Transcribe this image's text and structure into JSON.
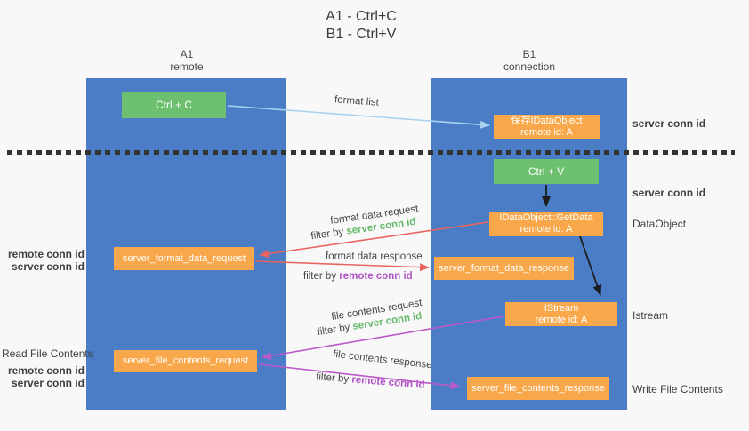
{
  "title": {
    "line1": "A1 - Ctrl+C",
    "line2": "B1 - Ctrl+V"
  },
  "lanes": {
    "a": {
      "name": "A1",
      "subtitle": "remote"
    },
    "b": {
      "name": "B1",
      "subtitle": "connection"
    }
  },
  "nodes": {
    "ctrl_c": {
      "label": "Ctrl + C"
    },
    "save_dataobject": {
      "line1": "保存IDataObject",
      "line2": "remote id: A"
    },
    "ctrl_v": {
      "label": "Ctrl + V"
    },
    "getdata": {
      "line1": "IDataObject::GetData",
      "line2": "remote id: A"
    },
    "format_request": {
      "label": "server_format_data_request"
    },
    "format_response": {
      "label": "server_format_data_response"
    },
    "istream": {
      "line1": "IStream",
      "line2": "remote id: A"
    },
    "file_request": {
      "label": "server_file_contents_request"
    },
    "file_response": {
      "label": "server_file_contents_response"
    }
  },
  "arrows": {
    "format_list": "format list",
    "format_data_request": "format data request",
    "format_data_response": "format data response",
    "file_contents_request": "file contents request",
    "file_contents_response": "file contents response"
  },
  "terms": {
    "filter_by": "filter by",
    "server_conn_id": "server conn id",
    "remote_conn_id": "remote conn id"
  },
  "side_labels": {
    "dataobject": "DataObject",
    "istream": "Istream",
    "write_file_contents": "Write File Contents",
    "read_file_contents": "Read File Contents"
  },
  "colors": {
    "lane_blue": "#4a7dc6",
    "node_green": "#6ec071",
    "node_orange": "#f8a84a",
    "conn_id_green": "#67b96c",
    "conn_id_purple": "#b153c6",
    "arrow_light_blue": "#a9d4ef",
    "arrow_red": "#e8655f",
    "arrow_purple": "#bb59c8",
    "arrow_black": "#1c1c1c"
  }
}
